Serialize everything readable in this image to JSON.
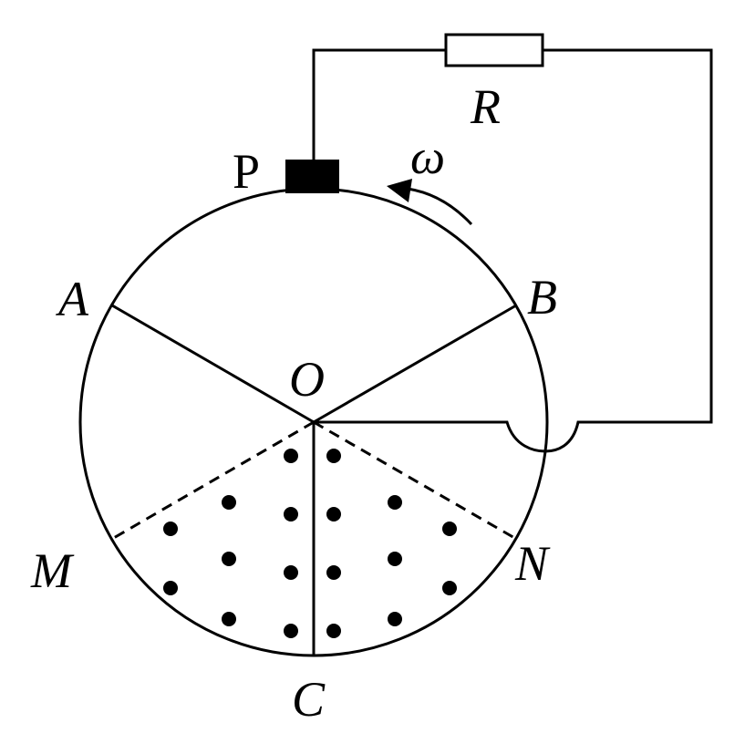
{
  "labels": {
    "p": "P",
    "r": "R",
    "omega": "ω",
    "a": "A",
    "b": "B",
    "o": "O",
    "m": "M",
    "n": "N",
    "c": "C"
  },
  "colors": {
    "stroke": "#000000",
    "background": "#ffffff"
  },
  "field_symbol": "dot"
}
